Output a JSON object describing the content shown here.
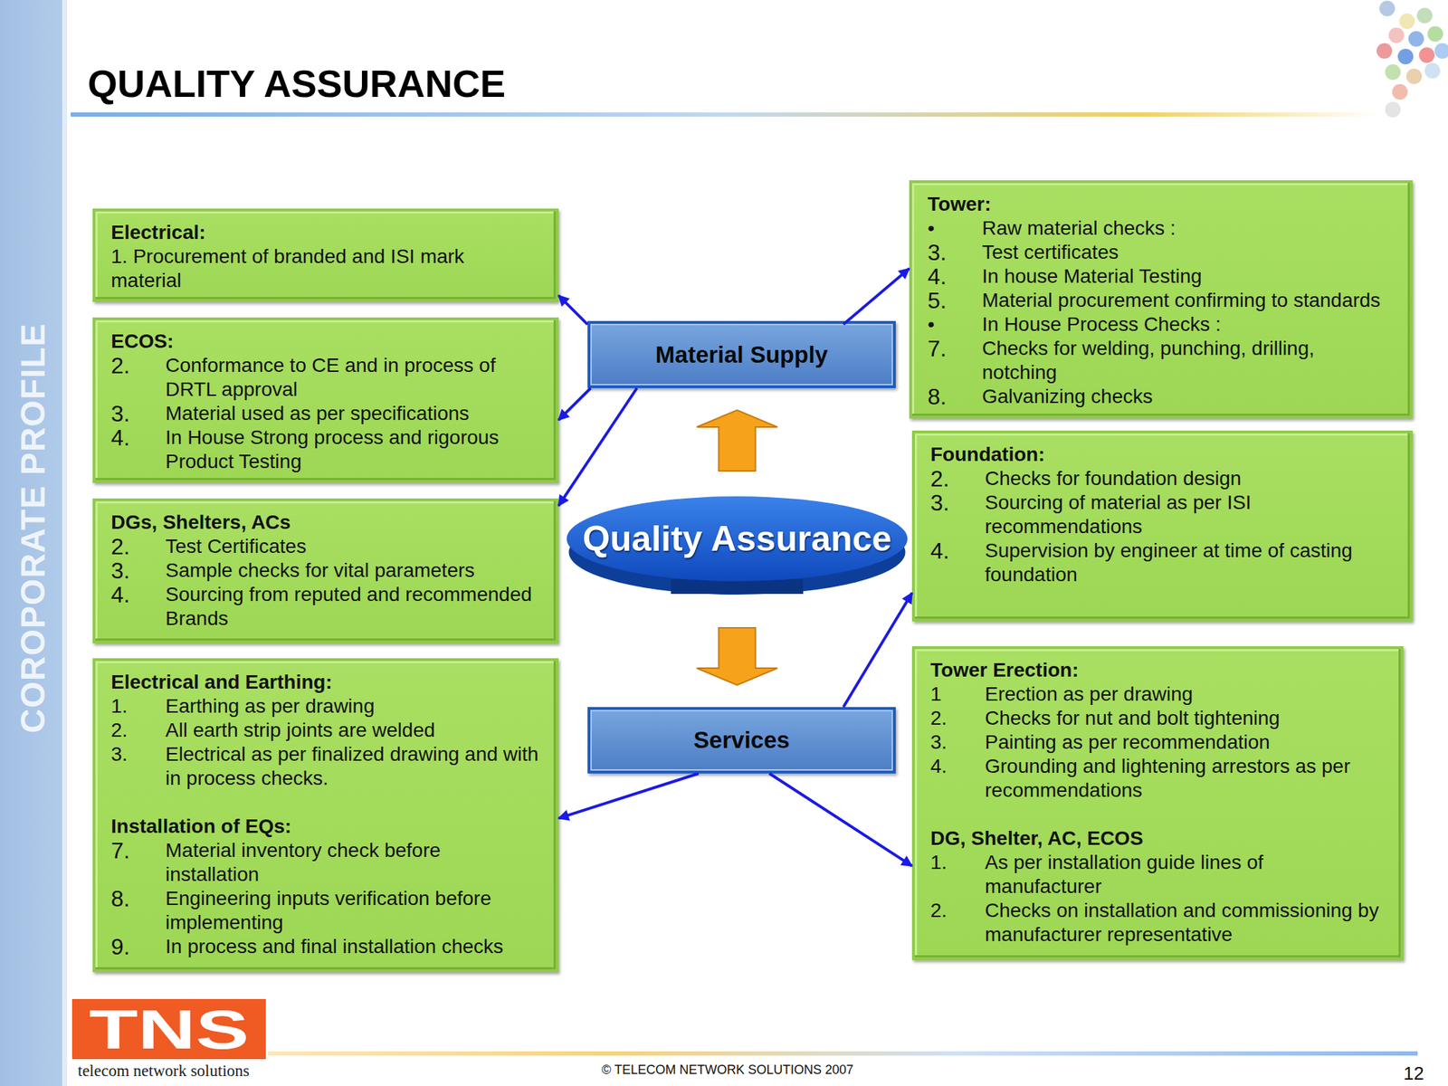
{
  "diagram": {
    "title": "QUALITY ASSURANCE",
    "nodes": [
      {
        "text": [
          "COROPORATE PROFILE"
        ]
      },
      {
        "text": [
          "Electrical:",
          "1. Procurement of branded and ISI mark material"
        ]
      },
      {
        "text": [
          "ECOS:",
          "2.",
          "Conformance to CE and in process of DRTL approval",
          "3.",
          "Material used as per specifications",
          "4.",
          "In House Strong process and rigorous Product Testing"
        ]
      },
      {
        "text": [
          "DGs, Shelters, ACs",
          "2.",
          "Test Certificates",
          "3.",
          "Sample checks for vital parameters",
          "4.",
          "Sourcing from reputed and recommended Brands"
        ]
      },
      {
        "text": [
          "Electrical and Earthing:",
          "1.",
          "Earthing as per drawing",
          "2.",
          "All earth strip joints are welded",
          "3.",
          "Electrical as per finalized drawing and with in process checks.",
          "Installation of EQs:",
          "7.",
          "Material inventory check before installation",
          "8.",
          "Engineering inputs verification before implementing",
          "9.",
          "In process and final installation checks"
        ]
      },
      {
        "text": [
          "Material Supply"
        ]
      },
      {
        "text": [
          "Quality Assurance"
        ]
      },
      {
        "text": [
          "Services"
        ]
      },
      {
        "text": [
          "Tower:",
          "•",
          "Raw material checks :",
          "3.",
          "Test certificates",
          "4.",
          "In house Material Testing",
          "5.",
          "Material procurement confirming to standards",
          "•",
          "In House Process Checks :",
          "7.",
          "Checks for welding, punching, drilling, notching",
          "8.",
          "Galvanizing checks"
        ]
      },
      {
        "text": [
          "Foundation:",
          "2.",
          "Checks for foundation design",
          "3.",
          "Sourcing of material as per ISI recommendations",
          "4.",
          "Supervision by engineer at time of casting foundation"
        ]
      },
      {
        "text": [
          "Tower Erection:",
          "1",
          "Erection as per drawing",
          "2.",
          "Checks for nut and bolt tightening",
          "3.",
          "Painting as per recommendation",
          "4.",
          "Grounding and lightening arrestors as per recommendations",
          "DG, Shelter, AC, ECOS",
          "1.",
          "As per installation guide lines of manufacturer",
          "2.",
          "Checks on installation and commissioning by manufacturer representative"
        ]
      }
    ],
    "edges": [
      {
        "from": 5,
        "to": 1,
        "arrow": "to"
      },
      {
        "from": 5,
        "to": 2,
        "arrow": "to"
      },
      {
        "from": 5,
        "to": 3,
        "arrow": "to"
      },
      {
        "from": 5,
        "to": 8,
        "arrow": "to"
      },
      {
        "from": 6,
        "to": 5,
        "arrow": "to"
      },
      {
        "from": 6,
        "to": 7,
        "arrow": "to"
      },
      {
        "from": 7,
        "to": 4,
        "arrow": "to"
      },
      {
        "from": 7,
        "to": 9,
        "arrow": "to"
      },
      {
        "from": 7,
        "to": 10,
        "arrow": "to"
      }
    ],
    "labels": [
      "TNS",
      "telecom network solutions",
      "© TELECOM NETWORK SOLUTIONS 2007",
      "12"
    ]
  }
}
